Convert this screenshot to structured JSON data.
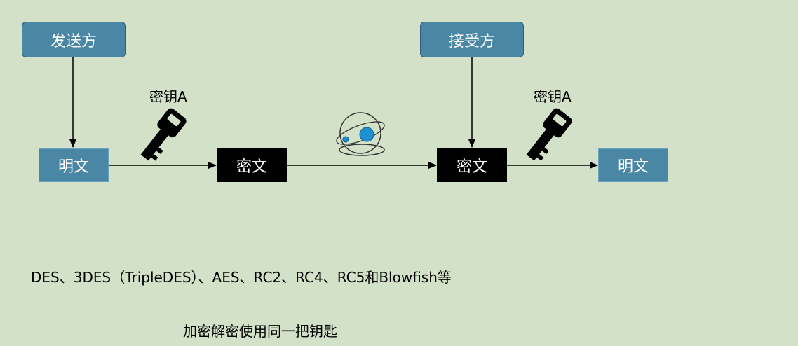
{
  "diagram": {
    "sender": "发送方",
    "receiver": "接受方",
    "plaintext_left": "明文",
    "ciphertext_left": "密文",
    "ciphertext_right": "密文",
    "plaintext_right": "明文",
    "key_left": "密钥A",
    "key_right": "密钥A",
    "key_icon_name": "key-icon",
    "network_icon_name": "planet-orbit-icon"
  },
  "notes": {
    "algorithms": "DES、3DES（TripleDES）、AES、RC2、RC4、RC5和Blowfish等",
    "summary": "加密解密使用同一把钥匙"
  },
  "colors": {
    "background": "#d2e1c7",
    "box_blue": "#4a87a5",
    "cipher_box": "#000000",
    "planet": "#1e90d0"
  }
}
